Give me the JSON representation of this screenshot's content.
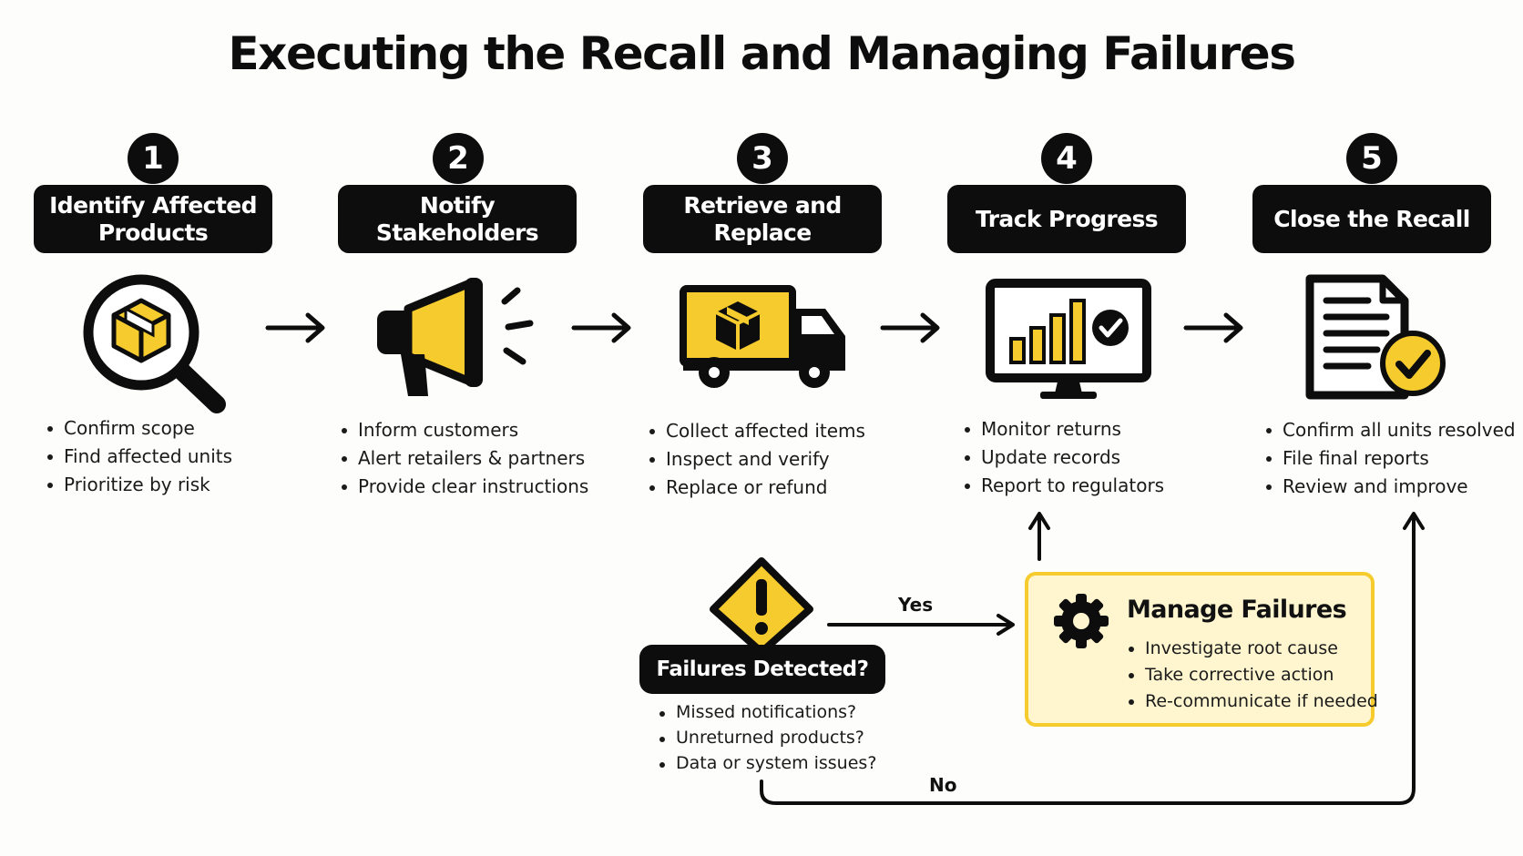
{
  "title": "Executing the Recall and Managing Failures",
  "steps": [
    {
      "number": "1",
      "label": "Identify Affected Products",
      "icon": "magnifier-box-icon",
      "bullets": [
        "Confirm scope",
        "Find affected units",
        "Prioritize by risk"
      ]
    },
    {
      "number": "2",
      "label": "Notify Stakeholders",
      "icon": "megaphone-icon",
      "bullets": [
        "Inform customers",
        "Alert retailers & partners",
        "Provide clear instructions"
      ]
    },
    {
      "number": "3",
      "label": "Retrieve and Replace",
      "icon": "delivery-truck-icon",
      "bullets": [
        "Collect affected items",
        "Inspect and verify",
        "Replace or refund"
      ]
    },
    {
      "number": "4",
      "label": "Track Progress",
      "icon": "monitor-chart-icon",
      "bullets": [
        "Monitor returns",
        "Update records",
        "Report to regulators"
      ]
    },
    {
      "number": "5",
      "label": "Close the Recall",
      "icon": "document-check-icon",
      "bullets": [
        "Confirm all units resolved",
        "File final reports",
        "Review and improve"
      ]
    }
  ],
  "decision": {
    "label": "Failures Detected?",
    "icon": "warning-icon",
    "bullets": [
      "Missed notifications?",
      "Unreturned products?",
      "Data or system issues?"
    ],
    "yes_label": "Yes",
    "no_label": "No"
  },
  "manage": {
    "title": "Manage Failures",
    "icon": "gear-icon",
    "bullets": [
      "Investigate root cause",
      "Take corrective action",
      "Re-communicate if needed"
    ]
  },
  "colors": {
    "accent": "#f6cb2d",
    "dark": "#0d0d0d",
    "box_fill": "#fff6cf"
  }
}
